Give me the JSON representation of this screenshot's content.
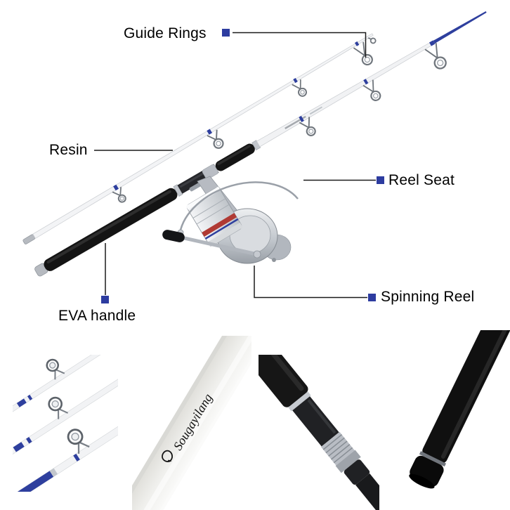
{
  "page": {
    "background": "#ffffff"
  },
  "labels": {
    "guide_rings": "Guide Rings",
    "resin": "Resin",
    "reel_seat": "Reel Seat",
    "spinning_reel": "Spinning Reel",
    "eva_handle": "EVA handle"
  },
  "brand": {
    "name": "Sougayilang"
  },
  "colors": {
    "marker_blue": "#2d3ca0",
    "rod_blue": "#2e3f9e",
    "leader_black": "#1a1a1a"
  }
}
